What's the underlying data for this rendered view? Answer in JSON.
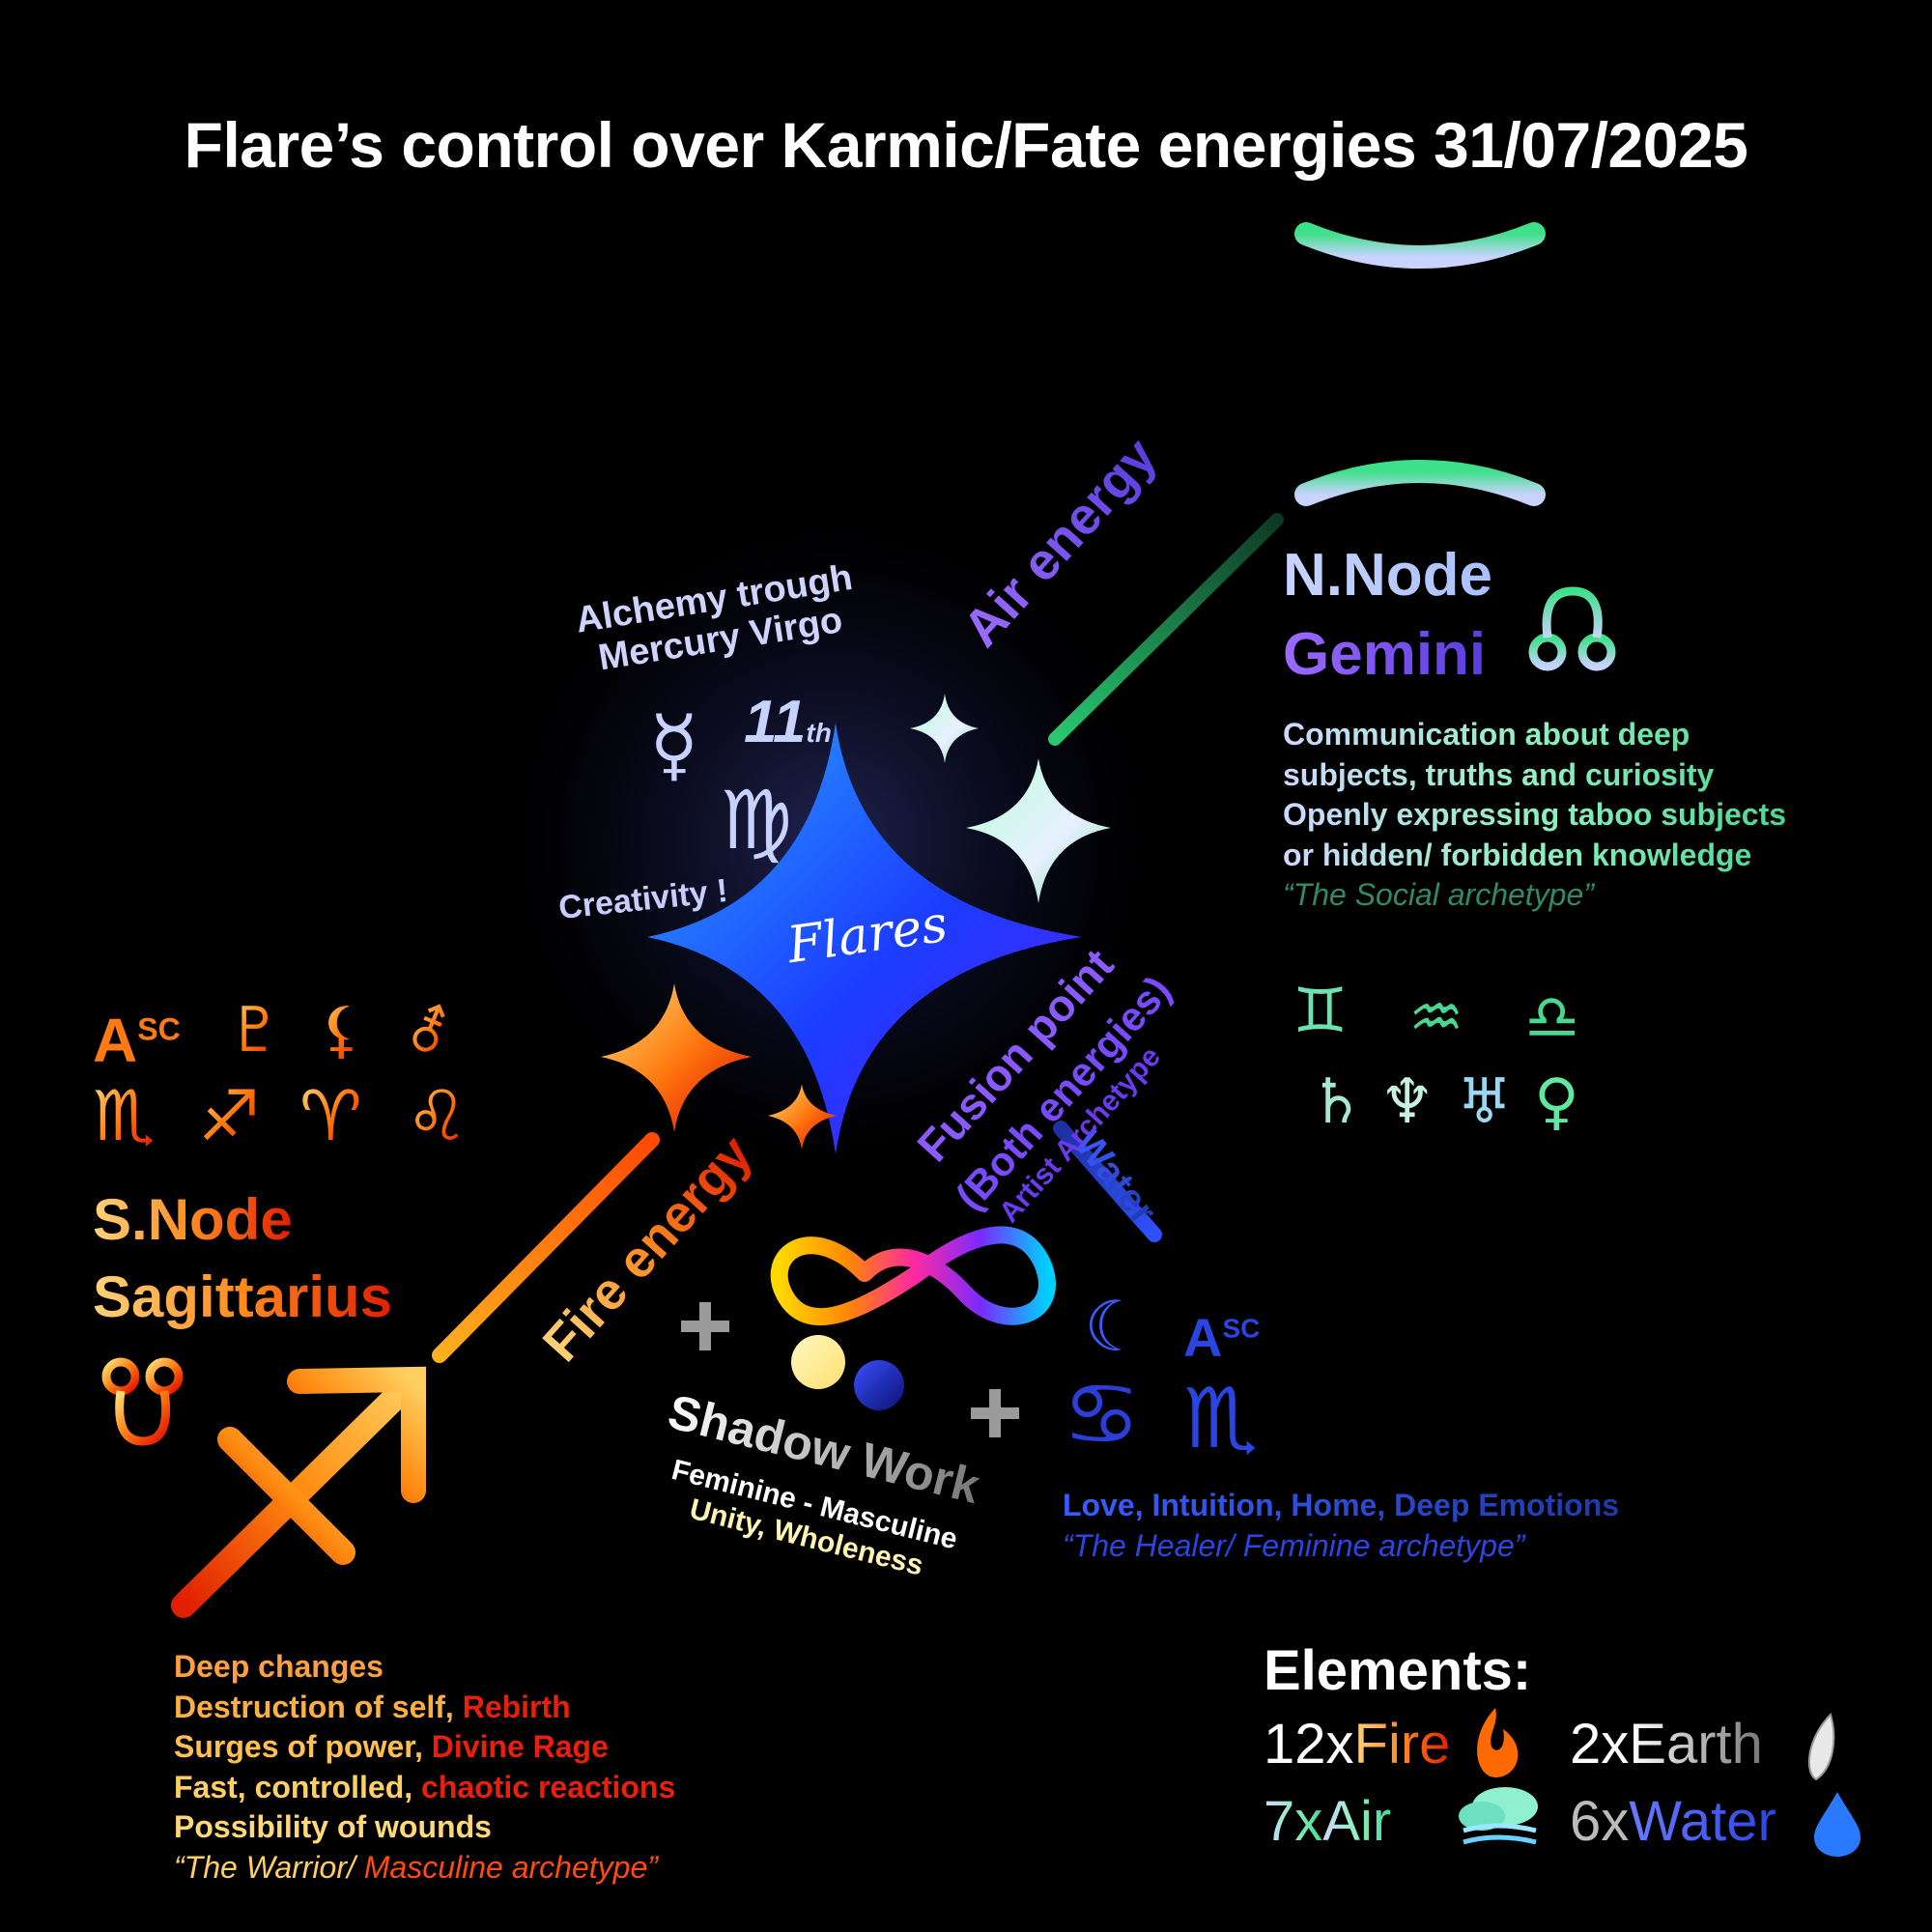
{
  "title": "Flare’s control over Karmic/Fate energies 31/07/2025",
  "center": {
    "name": "Flares",
    "creativity": "Creativity !",
    "alchemy_line1": "Alchemy trough",
    "alchemy_line2": "Mercury Virgo",
    "mercury_house": "11",
    "mercury_house_suffix": "th"
  },
  "energies": {
    "air": "Air energy",
    "fire": "Fire energy",
    "water": "Water",
    "fusion_line1": "Fusion point",
    "fusion_line2": "(Both energies)",
    "fusion_line3": "Artist Archetype"
  },
  "north_node": {
    "label1": "N.Node",
    "label2": "Gemini",
    "lines": [
      "Communication about deep",
      "subjects, truths and curiosity",
      "Openly expressing taboo subjects",
      "or hidden/ forbidden knowledge"
    ],
    "archetype": "“The Social archetype”"
  },
  "south_node": {
    "label1": "S.Node",
    "label2": "Sagittarius",
    "lines": [
      {
        "a": "Deep changes",
        "b": ""
      },
      {
        "a": "Destruction of self, ",
        "b": "Rebirth"
      },
      {
        "a": "Surges of power, ",
        "b": "Divine Rage"
      },
      {
        "a": "Fast, controlled, ",
        "b": "chaotic reactions"
      },
      {
        "a": "Possibility of wounds",
        "b": ""
      }
    ],
    "archetype_a": "“The Warrior/ ",
    "archetype_b": "Masculine archetype”"
  },
  "shadow": {
    "title": "Shadow Work",
    "line1": "Feminine - Masculine",
    "line2": "Unity, Wholeness"
  },
  "water_side": {
    "asc": "A",
    "asc_sup": "SC",
    "line": "Love, Intuition, Home, Deep Emotions",
    "archetype": "“The Healer/ Feminine archetype”"
  },
  "fire_side": {
    "asc": "A",
    "asc_sup": "SC"
  },
  "elements": {
    "title": "Elements:",
    "fire_count": "12x",
    "fire": "Fire",
    "earth_count": "2x",
    "earth": "Earth",
    "air_count": "7x",
    "air": "Air",
    "water_count": "6x",
    "water": "Water"
  },
  "colors": {
    "fire": "#ff6a00",
    "air": "#3fe08a",
    "water": "#2b4bff",
    "center": "#1a40ff"
  },
  "icons": [
    "gemini-icon",
    "north-node-icon",
    "south-node-icon",
    "sagittarius-icon",
    "mercury-icon",
    "virgo-icon",
    "pluto-icon",
    "lilith-icon",
    "mars-jupiter-icon",
    "scorpio-icon",
    "aries-icon",
    "leo-icon",
    "aquarius-icon",
    "libra-icon",
    "saturn-icon",
    "neptune-icon",
    "uranus-icon",
    "venus-icon",
    "moon-icon",
    "cancer-icon",
    "infinity-icon",
    "fire-icon",
    "leaf-icon",
    "cloud-icon",
    "drop-icon",
    "sparkle-icon"
  ]
}
